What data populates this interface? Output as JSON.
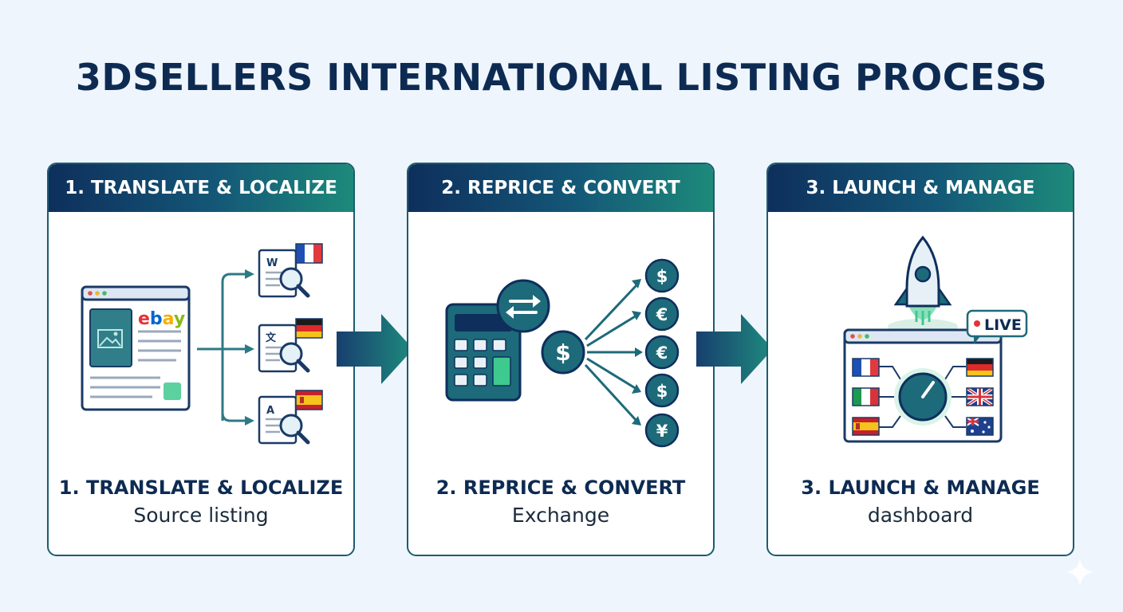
{
  "title": "3DSELLERS INTERNATIONAL LISTING PROCESS",
  "steps": [
    {
      "header": "1. TRANSLATE & LOCALIZE",
      "caption_title": "1. TRANSLATE & LOCALIZE",
      "caption_sub": "Source listing",
      "logo_text": "ebay",
      "doc_glyphs": [
        "W",
        "文",
        "A"
      ],
      "icons": [
        "browser-listing-icon",
        "flag-france-icon",
        "flag-germany-icon",
        "flag-spain-icon",
        "magnifier-icon"
      ]
    },
    {
      "header": "2. REPRICE & CONVERT",
      "caption_title": "2. REPRICE & CONVERT",
      "caption_sub": "Exchange",
      "source_currency": "$",
      "currencies": [
        "$",
        "€",
        "€",
        "$",
        "¥"
      ],
      "icons": [
        "calculator-icon",
        "swap-arrows-icon",
        "dollar-coin-icon"
      ]
    },
    {
      "header": "3. LAUNCH & MANAGE",
      "caption_title": "3. LAUNCH & MANAGE",
      "caption_sub": "dashboard",
      "live_badge": "LIVE",
      "icons": [
        "rocket-icon",
        "dashboard-window-icon",
        "control-knob-icon",
        "flag-france-icon",
        "flag-italy-icon",
        "flag-spain-icon",
        "flag-germany-icon",
        "flag-uk-icon",
        "flag-australia-icon"
      ]
    }
  ],
  "colors": {
    "navy": "#0d2b52",
    "teal": "#1d8a7a",
    "accent_green": "#3ec98e",
    "background": "#eef5fc"
  }
}
